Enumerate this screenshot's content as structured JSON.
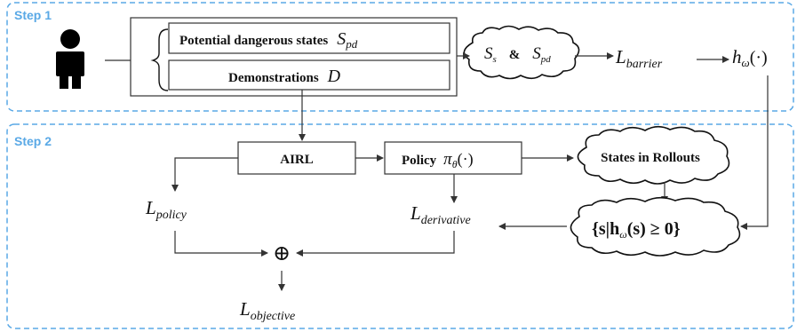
{
  "step1": {
    "label": "Step 1"
  },
  "step2": {
    "label": "Step 2"
  },
  "input_group": {
    "potential": {
      "text": "Potential dangerous states",
      "symbol": "S",
      "sub": "pd"
    },
    "demo": {
      "text": "Demonstrations",
      "symbol": "D"
    }
  },
  "cloud1": {
    "s_sym": "S",
    "s_sub": "s",
    "amp": "&",
    "pd_sym": "S",
    "pd_sub": "pd"
  },
  "loss_barrier": {
    "sym": "L",
    "sub": "barrier"
  },
  "h_omega": {
    "sym": "h",
    "sub": "ω",
    "arg": "(·)"
  },
  "airl": {
    "label": "AIRL"
  },
  "policy": {
    "label": "Policy",
    "sym": "π",
    "sub": "θ",
    "arg": "(·)"
  },
  "rollouts": {
    "label": "States in Rollouts"
  },
  "constraint": {
    "text": "{s|h",
    "sub": "ω",
    "rest": "(s) ≥ 0}"
  },
  "loss_policy": {
    "sym": "L",
    "sub": "policy"
  },
  "loss_derivative": {
    "sym": "L",
    "sub": "derivative"
  },
  "oplus": {
    "symbol": "⊕"
  },
  "loss_objective": {
    "sym": "L",
    "sub": "objective"
  },
  "colors": {
    "step_border": "#5aa9e6",
    "step_label": "#5aa9e6",
    "stroke": "#333333"
  },
  "icons": {
    "human": "person-icon"
  }
}
